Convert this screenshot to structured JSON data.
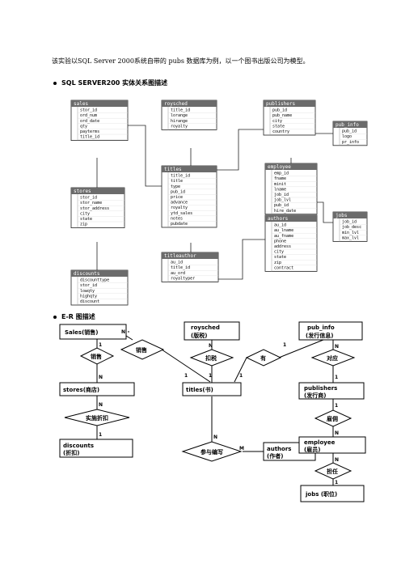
{
  "intro": "该实验以SQL Server 2000系统自带的 pubs 数据库为例，以一个图书出版公司为模型。",
  "section1": "SQL SERVER200 实体关系图描述",
  "section2": "E-R 图描述",
  "tables": {
    "sales": {
      "title": "sales",
      "columns": [
        "stor_id",
        "ord_num",
        "ord_date",
        "qty",
        "payterms",
        "title_id"
      ]
    },
    "roysched": {
      "title": "roysched",
      "columns": [
        "title_id",
        "lorange",
        "hirange",
        "royalty"
      ]
    },
    "publishers": {
      "title": "publishers",
      "columns": [
        "pub_id",
        "pub_name",
        "city",
        "state",
        "country"
      ]
    },
    "pub_info": {
      "title": "pub_info",
      "columns": [
        "pub_id",
        "logo",
        "pr_info"
      ]
    },
    "titles": {
      "title": "titles",
      "columns": [
        "title_id",
        "title",
        "type",
        "pub_id",
        "price",
        "advance",
        "royalty",
        "ytd_sales",
        "notes",
        "pubdate"
      ]
    },
    "employee": {
      "title": "employee",
      "columns": [
        "emp_id",
        "fname",
        "minit",
        "lname",
        "job_id",
        "job_lvl",
        "pub_id",
        "hire_date"
      ]
    },
    "stores": {
      "title": "stores",
      "columns": [
        "stor_id",
        "stor_name",
        "stor_address",
        "city",
        "state",
        "zip"
      ]
    },
    "jobs": {
      "title": "jobs",
      "columns": [
        "job_id",
        "job_desc",
        "min_lvl",
        "max_lvl"
      ]
    },
    "authors": {
      "title": "authors",
      "columns": [
        "au_id",
        "au_lname",
        "au_fname",
        "phone",
        "address",
        "city",
        "state",
        "zip",
        "contract"
      ]
    },
    "titleauthor": {
      "title": "titleauthor",
      "columns": [
        "au_id",
        "title_id",
        "au_ord",
        "royaltyper"
      ]
    },
    "discounts": {
      "title": "discounts",
      "columns": [
        "discounttype",
        "stor_id",
        "lowqty",
        "highqty",
        "discount"
      ]
    }
  },
  "er": {
    "entities": {
      "sales": "Sales(销售)",
      "roysched_1": "roysched",
      "roysched_2": "(版税)",
      "pubinfo_1": "pub_info",
      "pubinfo_2": "(发行信息)",
      "stores": "stores(商店)",
      "titles": "titles(书)",
      "publishers_1": "publishers",
      "publishers_2": "(发行商)",
      "discounts_1": "discounts",
      "discounts_2": "(折扣)",
      "authors_1": "authors",
      "authors_2": "(作者)",
      "employee_1": "employee",
      "employee_2": "(雇员)",
      "jobs": "jobs (职位)"
    },
    "relations": {
      "xiaoshou_left": "销售",
      "xiaoshou_mid": "销售",
      "koushui": "扣税",
      "you": "有",
      "duiying": "对应",
      "shishizhekou": "实施折扣",
      "guyong": "雇佣",
      "canyu": "参与编写",
      "danren": "担任"
    },
    "cards": {
      "c1": "N",
      "c2": "1",
      "c3": "N",
      "c4": "N",
      "c5": "1",
      "c6": "1",
      "c7": "1",
      "c8": "N",
      "c9": "1",
      "c10": "1",
      "c11": "1",
      "c12": "N",
      "c13": "1",
      "c14": "N",
      "c15": "M",
      "c16": "N",
      "c17": "1"
    }
  }
}
